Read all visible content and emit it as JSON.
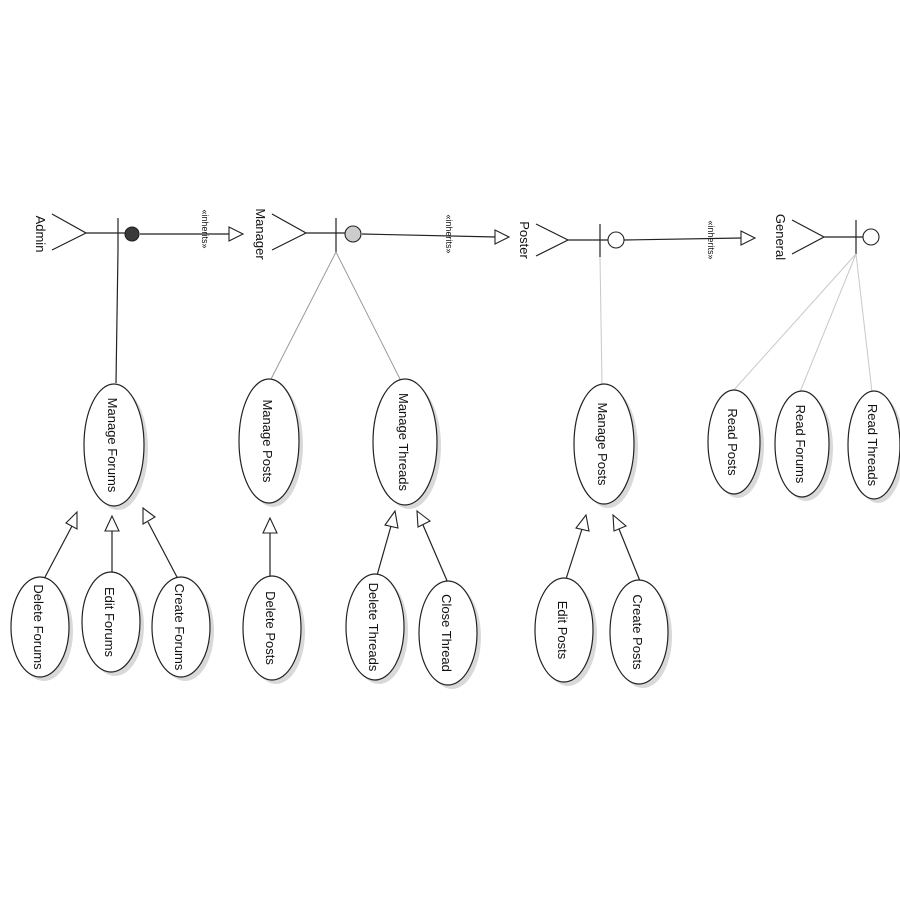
{
  "actors": [
    {
      "id": "admin",
      "name": "Admin",
      "marker_color": "#3a3a3a"
    },
    {
      "id": "manager",
      "name": "Manager",
      "marker_color": "#cccccc"
    },
    {
      "id": "poster",
      "name": "Poster",
      "marker_color": "#ffffff"
    },
    {
      "id": "general",
      "name": "General",
      "marker_color": "#ffffff"
    }
  ],
  "inherits_label": "«inherits»",
  "use_cases": {
    "admin_manage_forums": "Manage Forums",
    "admin_delete_forums": "Delete Forums",
    "admin_edit_forums": "Edit Forums",
    "admin_create_forums": "Create Forums",
    "manager_manage_posts": "Manage Posts",
    "manager_manage_threads": "Manage Threads",
    "manager_delete_posts": "Delete Posts",
    "manager_delete_threads": "Delete Threads",
    "manager_close_thread": "Close Thread",
    "poster_manage_posts": "Manage Posts",
    "poster_edit_posts": "Edit Posts",
    "poster_create_posts": "Create Posts",
    "general_read_posts": "Read Posts",
    "general_read_forums": "Read Forums",
    "general_read_threads": "Read Threads"
  }
}
